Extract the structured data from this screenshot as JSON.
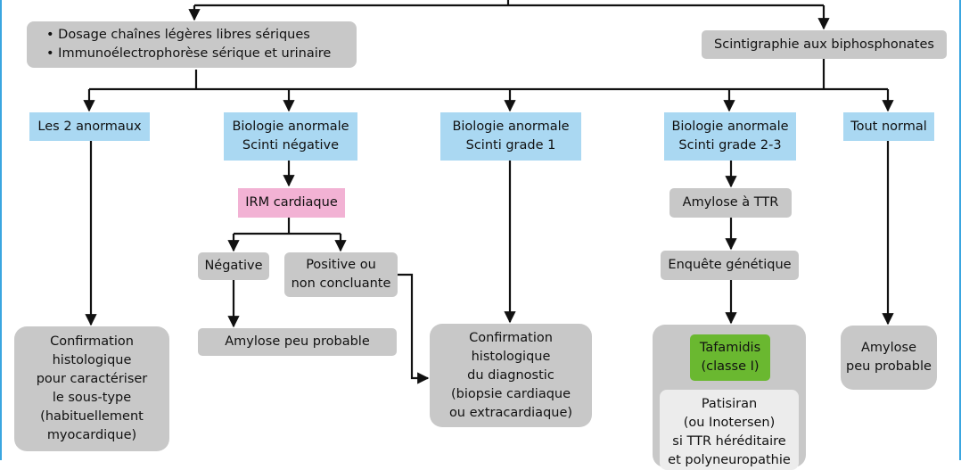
{
  "nodes": {
    "dosage": {
      "lines": [
        "• Dosage chaînes légères libres sériques",
        "• Immunoélectrophorèse sérique et urinaire"
      ]
    },
    "scintigraphie": {
      "lines": [
        "Scintigraphie aux biphosphonates"
      ]
    },
    "les2": {
      "lines": [
        "Les 2 anormaux"
      ]
    },
    "bio_neg": {
      "lines": [
        "Biologie anormale",
        "Scinti négative"
      ]
    },
    "bio_g1": {
      "lines": [
        "Biologie anormale",
        "Scinti grade 1"
      ]
    },
    "bio_g23": {
      "lines": [
        "Biologie anormale",
        "Scinti grade 2-3"
      ]
    },
    "tout_normal": {
      "lines": [
        "Tout normal"
      ]
    },
    "irm": {
      "lines": [
        "IRM cardiaque"
      ]
    },
    "negative": {
      "lines": [
        "Négative"
      ]
    },
    "positive": {
      "lines": [
        "Positive ou",
        "non concluante"
      ]
    },
    "amylose_peu_1": {
      "lines": [
        "Amylose peu probable"
      ]
    },
    "confirmation_1": {
      "lines": [
        "Confirmation",
        "histologique",
        "pour caractériser",
        "le sous-type",
        "(habituellement",
        "myocardique)"
      ]
    },
    "confirmation_2": {
      "lines": [
        "Confirmation",
        "histologique",
        "du diagnostic",
        "(biopsie cardiaque",
        "ou extracardiaque)"
      ]
    },
    "amylose_ttr": {
      "lines": [
        "Amylose à TTR"
      ]
    },
    "enquete": {
      "lines": [
        "Enquête génétique"
      ]
    },
    "tafamidis": {
      "lines": [
        "Tafamidis",
        "(classe I)"
      ]
    },
    "patisiran": {
      "lines": [
        "Patisiran",
        "(ou Inotersen)",
        "si TTR héréditaire",
        "et polyneuropathie"
      ]
    },
    "amylose_peu_2": {
      "lines": [
        "Amylose",
        "peu probable"
      ]
    }
  },
  "colors": {
    "grey": "#c8c8c8",
    "blue": "#aad8f2",
    "pink": "#f2b2d4",
    "green": "#6ab830",
    "light": "#ececec",
    "frame": "#3aa6e0"
  }
}
